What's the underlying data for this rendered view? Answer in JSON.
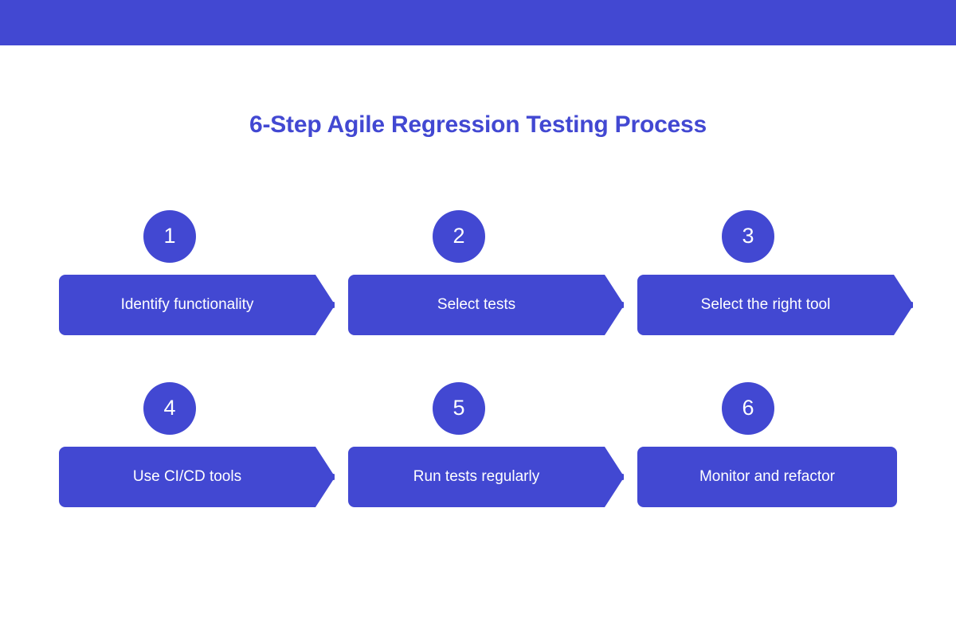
{
  "theme": {
    "accent_color": "#4248d2",
    "background_color": "#ffffff",
    "text_on_accent": "#ffffff"
  },
  "header": {
    "bar_color": "#4248d2"
  },
  "title": "6-Step Agile Regression Testing Process",
  "chart_data": {
    "type": "diagram",
    "title": "6-Step Agile Regression Testing Process",
    "layout": "3 columns x 2 rows of numbered chevron arrows",
    "steps": [
      {
        "number": "1",
        "label": "Identify functionality",
        "shape": "arrow"
      },
      {
        "number": "2",
        "label": "Select tests",
        "shape": "arrow"
      },
      {
        "number": "3",
        "label": "Select the right tool",
        "shape": "arrow"
      },
      {
        "number": "4",
        "label": "Use CI/CD tools",
        "shape": "arrow"
      },
      {
        "number": "5",
        "label": "Run tests regularly",
        "shape": "arrow"
      },
      {
        "number": "6",
        "label": "Monitor and refactor",
        "shape": "rounded-rectangle"
      }
    ]
  },
  "steps": [
    {
      "number": "1",
      "label": "Identify functionality"
    },
    {
      "number": "2",
      "label": "Select tests"
    },
    {
      "number": "3",
      "label": "Select the right tool"
    },
    {
      "number": "4",
      "label": "Use CI/CD tools"
    },
    {
      "number": "5",
      "label": "Run tests regularly"
    },
    {
      "number": "6",
      "label": "Monitor and refactor"
    }
  ]
}
